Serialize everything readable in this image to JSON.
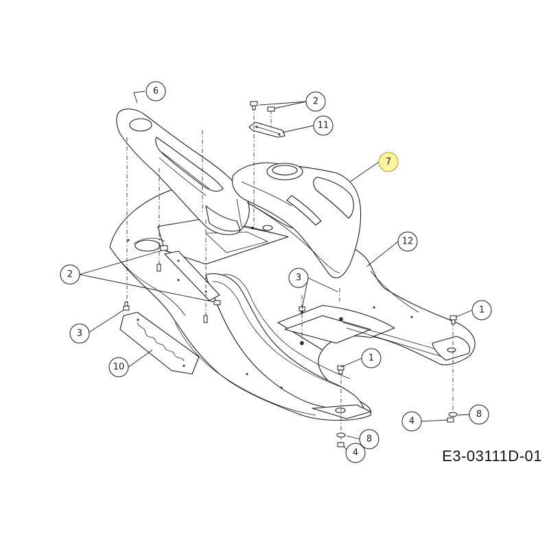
{
  "callouts": {
    "c6": "6",
    "c2_top": "2",
    "c11": "11",
    "c7": "7",
    "c12": "12",
    "c2_left": "2",
    "c3_left": "3",
    "c3_mid": "3",
    "c1_right": "1",
    "c1_mid": "1",
    "c10": "10",
    "c8_right": "8",
    "c4_right": "4",
    "c8_bottom": "8",
    "c4_bottom": "4"
  },
  "drawing_code": "E3-03111D-01",
  "colors": {
    "line": "#1a1a1a",
    "highlight": "#fff3a0"
  }
}
